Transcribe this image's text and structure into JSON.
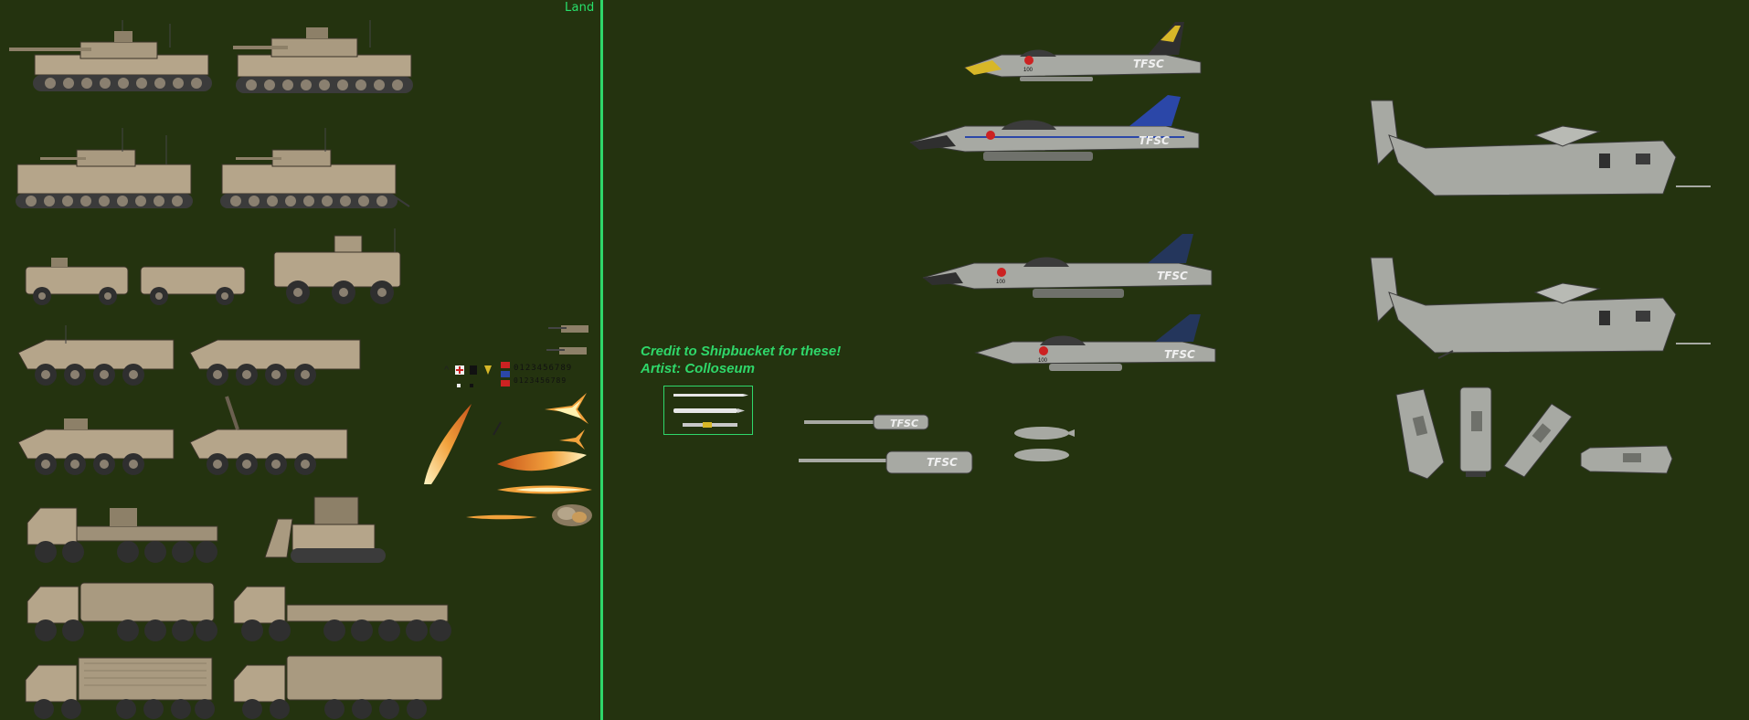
{
  "sections": {
    "left_label": "Land"
  },
  "credit": {
    "line1": "Credit to Shipbucket for these!",
    "line2": "Artist: Colloseum"
  },
  "markings": {
    "squadron_code": "TFSC",
    "tail_number": "100",
    "digits_row_1": "0123456789",
    "digits_row_2": "0123456789"
  },
  "colors": {
    "background": "#24330f",
    "accent_green": "#2fd76a",
    "desert_tan": "#b5a58a",
    "aircraft_grey": "#a7a9a3",
    "dark_grey": "#3b3b3b",
    "tail_yellow": "#d7b728",
    "tail_blue": "#2b47a8",
    "tail_navy": "#24365c",
    "fire_orange": "#f2a23c"
  }
}
